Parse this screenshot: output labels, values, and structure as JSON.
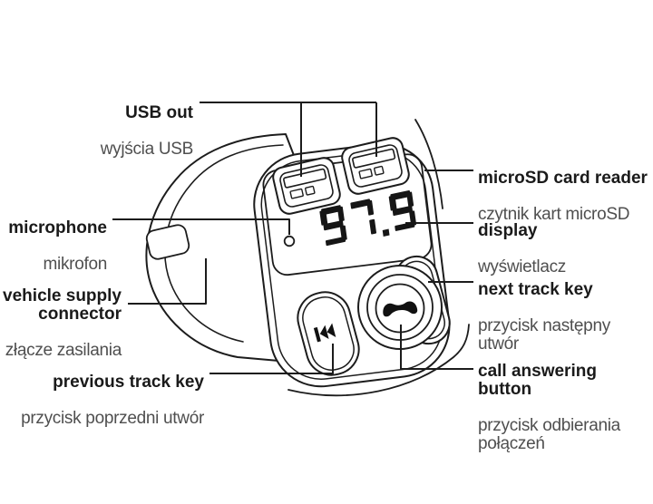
{
  "colors": {
    "background": "#ffffff",
    "line_art": "#1c1c1c",
    "label_en": "#1a1a1a",
    "label_pl": "#4f4f4f",
    "segment": "#161616"
  },
  "device": {
    "display_value": "97.9",
    "icons": {
      "previous_track_icon": "⏮",
      "next_track_icon": "⏭",
      "call_answer_icon": "☎",
      "usb_port_icon": "usb-socket",
      "microphone_hole_icon": "small-circle"
    }
  },
  "labels": {
    "usb_out": {
      "en": "USB out",
      "pl": "wyjścia USB"
    },
    "microsd": {
      "en": "microSD card reader",
      "pl": "czytnik kart microSD"
    },
    "microphone": {
      "en": "microphone",
      "pl": "mikrofon"
    },
    "display": {
      "en": "display",
      "pl": "wyświetlacz"
    },
    "vehicle": {
      "en": "vehicle supply\nconnector",
      "pl": "złącze zasilania"
    },
    "next": {
      "en": "next track key",
      "pl": "przycisk następny utwór"
    },
    "previous": {
      "en": "previous track key",
      "pl": "przycisk poprzedni utwór"
    },
    "call": {
      "en": "call answering button",
      "pl": "przycisk odbierania\npołączeń"
    }
  }
}
